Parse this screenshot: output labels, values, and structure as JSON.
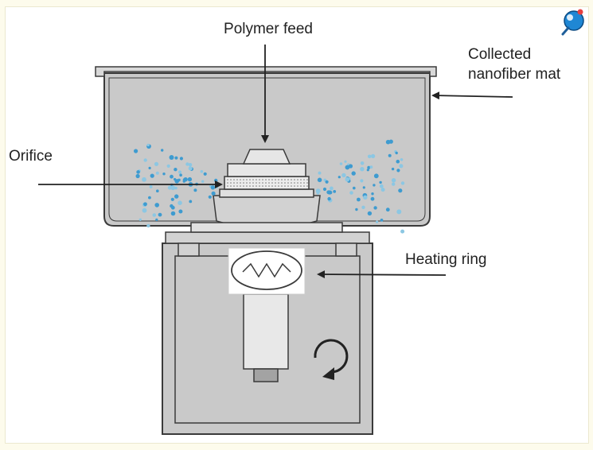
{
  "labels": {
    "polymer_feed": "Polymer feed",
    "collected_line1": "Collected",
    "collected_line2": "nanofiber mat",
    "orifice": "Orifice",
    "heating_ring": "Heating ring"
  },
  "colors": {
    "bowl_fill": "#c9c9c9",
    "outline": "#3a3a3a",
    "droplet": "#3e9bd0",
    "droplet_light": "#8cc7e3",
    "background": "#ffffff",
    "page_tint": "#fdfbec"
  },
  "icons": {
    "corner_badge": "magnifier-globe-icon",
    "rotation": "rotation-arrow-icon"
  }
}
